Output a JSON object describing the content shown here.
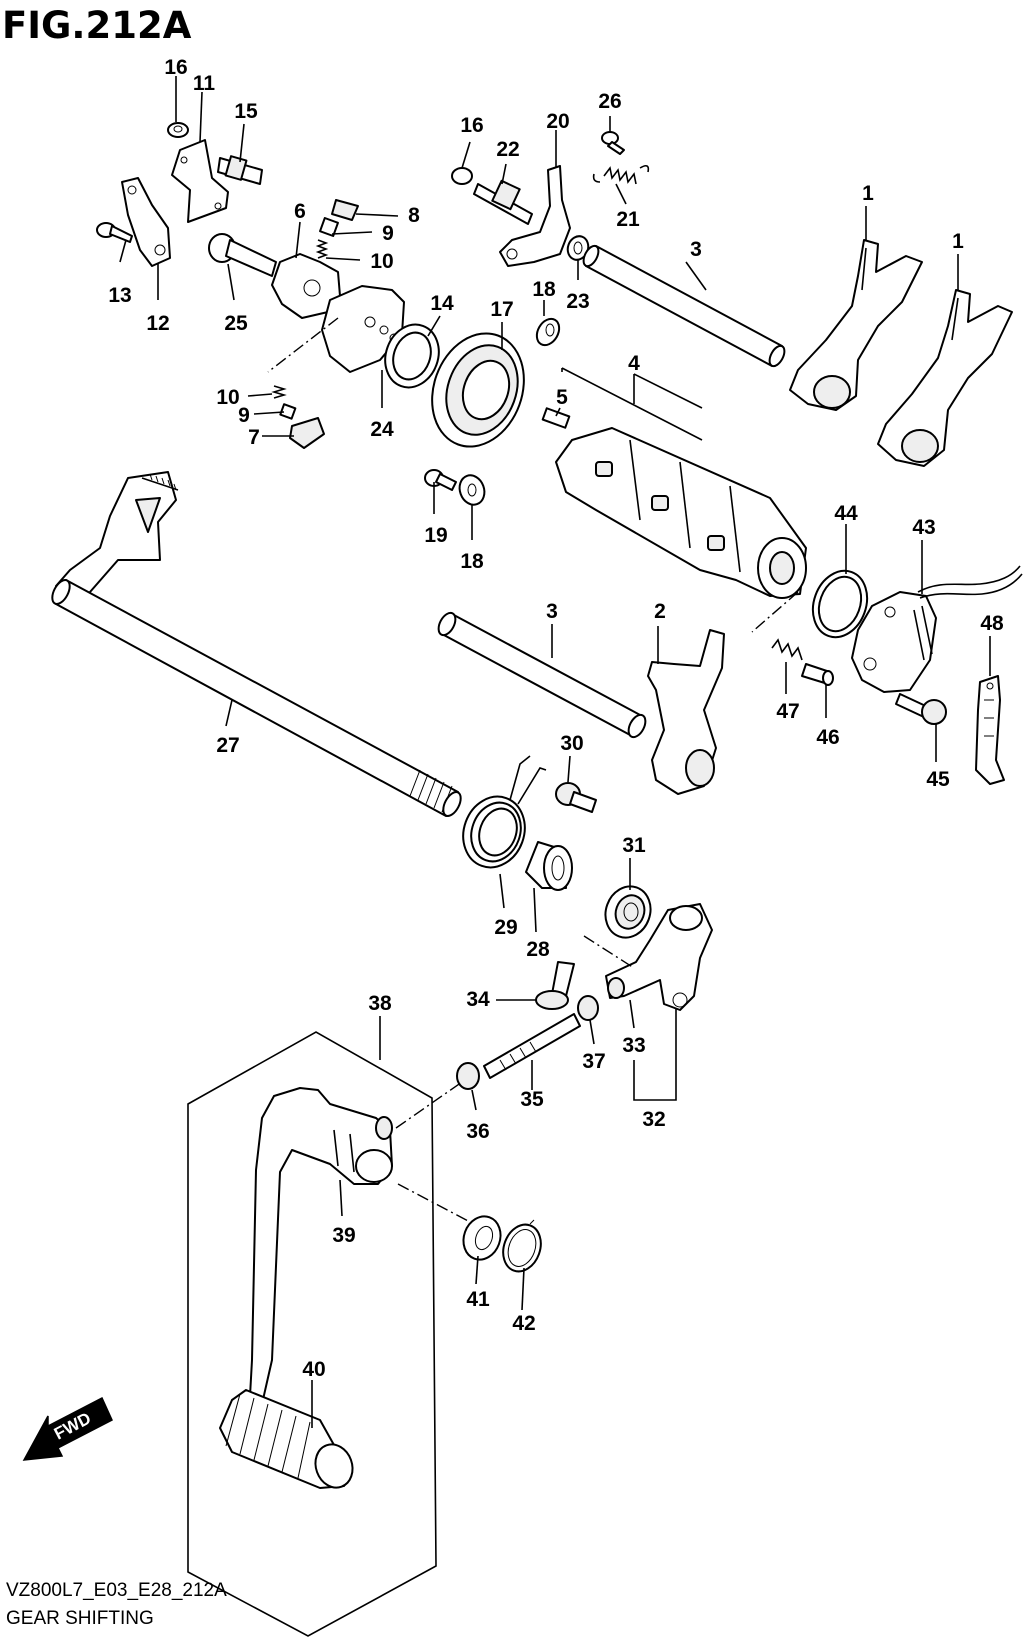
{
  "figure": {
    "title": "FIG.212A",
    "model_code": "VZ800L7_E03_E28_212A",
    "section_name": "GEAR SHIFTING",
    "direction_badge": "FWD"
  },
  "callouts": [
    {
      "id": "c16a",
      "label": "16"
    },
    {
      "id": "c11",
      "label": "11"
    },
    {
      "id": "c15",
      "label": "15"
    },
    {
      "id": "c16b",
      "label": "16"
    },
    {
      "id": "c22",
      "label": "22"
    },
    {
      "id": "c20",
      "label": "20"
    },
    {
      "id": "c26",
      "label": "26"
    },
    {
      "id": "c21",
      "label": "21"
    },
    {
      "id": "c1a",
      "label": "1"
    },
    {
      "id": "c1b",
      "label": "1"
    },
    {
      "id": "c3a",
      "label": "3"
    },
    {
      "id": "c6",
      "label": "6"
    },
    {
      "id": "c8",
      "label": "8"
    },
    {
      "id": "c9a",
      "label": "9"
    },
    {
      "id": "c10a",
      "label": "10"
    },
    {
      "id": "c13",
      "label": "13"
    },
    {
      "id": "c12",
      "label": "12"
    },
    {
      "id": "c25",
      "label": "25"
    },
    {
      "id": "c14",
      "label": "14"
    },
    {
      "id": "c17",
      "label": "17"
    },
    {
      "id": "c18a",
      "label": "18"
    },
    {
      "id": "c23",
      "label": "23"
    },
    {
      "id": "c4",
      "label": "4"
    },
    {
      "id": "c5",
      "label": "5"
    },
    {
      "id": "c10b",
      "label": "10"
    },
    {
      "id": "c9b",
      "label": "9"
    },
    {
      "id": "c7",
      "label": "7"
    },
    {
      "id": "c24",
      "label": "24"
    },
    {
      "id": "c19",
      "label": "19"
    },
    {
      "id": "c18b",
      "label": "18"
    },
    {
      "id": "c44",
      "label": "44"
    },
    {
      "id": "c43",
      "label": "43"
    },
    {
      "id": "c48",
      "label": "48"
    },
    {
      "id": "c3b",
      "label": "3"
    },
    {
      "id": "c2",
      "label": "2"
    },
    {
      "id": "c47",
      "label": "47"
    },
    {
      "id": "c46",
      "label": "46"
    },
    {
      "id": "c45",
      "label": "45"
    },
    {
      "id": "c27",
      "label": "27"
    },
    {
      "id": "c30",
      "label": "30"
    },
    {
      "id": "c31",
      "label": "31"
    },
    {
      "id": "c29",
      "label": "29"
    },
    {
      "id": "c28",
      "label": "28"
    },
    {
      "id": "c34",
      "label": "34"
    },
    {
      "id": "c38",
      "label": "38"
    },
    {
      "id": "c33",
      "label": "33"
    },
    {
      "id": "c37",
      "label": "37"
    },
    {
      "id": "c35",
      "label": "35"
    },
    {
      "id": "c32",
      "label": "32"
    },
    {
      "id": "c36",
      "label": "36"
    },
    {
      "id": "c39",
      "label": "39"
    },
    {
      "id": "c41",
      "label": "41"
    },
    {
      "id": "c42",
      "label": "42"
    },
    {
      "id": "c40",
      "label": "40"
    }
  ]
}
